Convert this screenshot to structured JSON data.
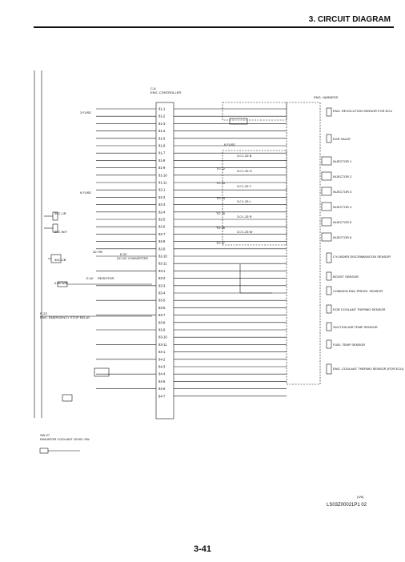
{
  "header": {
    "title": "3. CIRCUIT DIAGRAM"
  },
  "footer": {
    "page_number": "3-41"
  },
  "document_code": {
    "ref": "(1/6)",
    "code": "LS03Z00021P1 02"
  },
  "controller": {
    "ref": "C-8",
    "name": "ENG. CONTROLLER"
  },
  "harness": {
    "name": "ENG. HARNESS"
  },
  "fuse_labels": [
    "3 FUSE",
    "6 FUSE",
    "6 FUSE"
  ],
  "sensors": [
    {
      "id": "eng-revolution",
      "label": "ENG. REVOLUTION SENSOR FOR ECU"
    },
    {
      "id": "egr-valve",
      "label": "EGR VALVE"
    },
    {
      "id": "injector-1",
      "label": "INJECTOR 1"
    },
    {
      "id": "injector-2",
      "label": "INJECTOR 2"
    },
    {
      "id": "injector-3",
      "label": "INJECTOR 3"
    },
    {
      "id": "injector-4",
      "label": "INJECTOR 4"
    },
    {
      "id": "injector-5",
      "label": "INJECTOR 5"
    },
    {
      "id": "injector-6",
      "label": "INJECTOR 6"
    },
    {
      "id": "cylinder-disc",
      "label": "CYLINDER DISCRIMINATION SENSOR"
    },
    {
      "id": "boost",
      "label": "BOOST SENSOR"
    },
    {
      "id": "common-rail",
      "label": "COMMON RAIL PRESS. SENSOR"
    },
    {
      "id": "eor-coolant",
      "label": "EOR COOLANT THERMO SENSOR"
    },
    {
      "id": "suction-air",
      "label": "SUCTION AIR TEMP SENSOR"
    },
    {
      "id": "fuel-temp",
      "label": "FUEL TEMP SENSOR"
    },
    {
      "id": "eng-coolant",
      "label": "ENG. COOLANT THERMO SENSOR (FOR ECU)"
    }
  ],
  "left_components": [
    {
      "id": "dc-converter",
      "ref": "E-22",
      "label": "DC-DC CONVERTER"
    },
    {
      "id": "resistor",
      "ref": "E-40",
      "label": "RESISTOR"
    },
    {
      "id": "stop-relay",
      "ref": "R-23",
      "label": "ENG. EMERGENCY STOP RELAY"
    },
    {
      "id": "radiator-coolant",
      "ref": "SW-27",
      "label": "RADIATOR COOLANT LEVEL SW"
    }
  ],
  "wire_codes": [
    "30C L/R",
    "30C W/Y",
    "30C L/B",
    "0.85 W/B",
    "30 Y/B",
    "TO J2",
    "TO J3",
    "TO J4",
    "TO J5",
    "TO J6",
    "TO J7"
  ],
  "injector_wires": [
    "3.0 1.25 B",
    "3.0 1.25 G",
    "3.0 1.25 Y",
    "3.0 1.25 L",
    "3.0 1.25 R",
    "3.0 1.25 W"
  ],
  "pin_prefix": [
    "81-",
    "82-",
    "83-",
    "84-"
  ]
}
